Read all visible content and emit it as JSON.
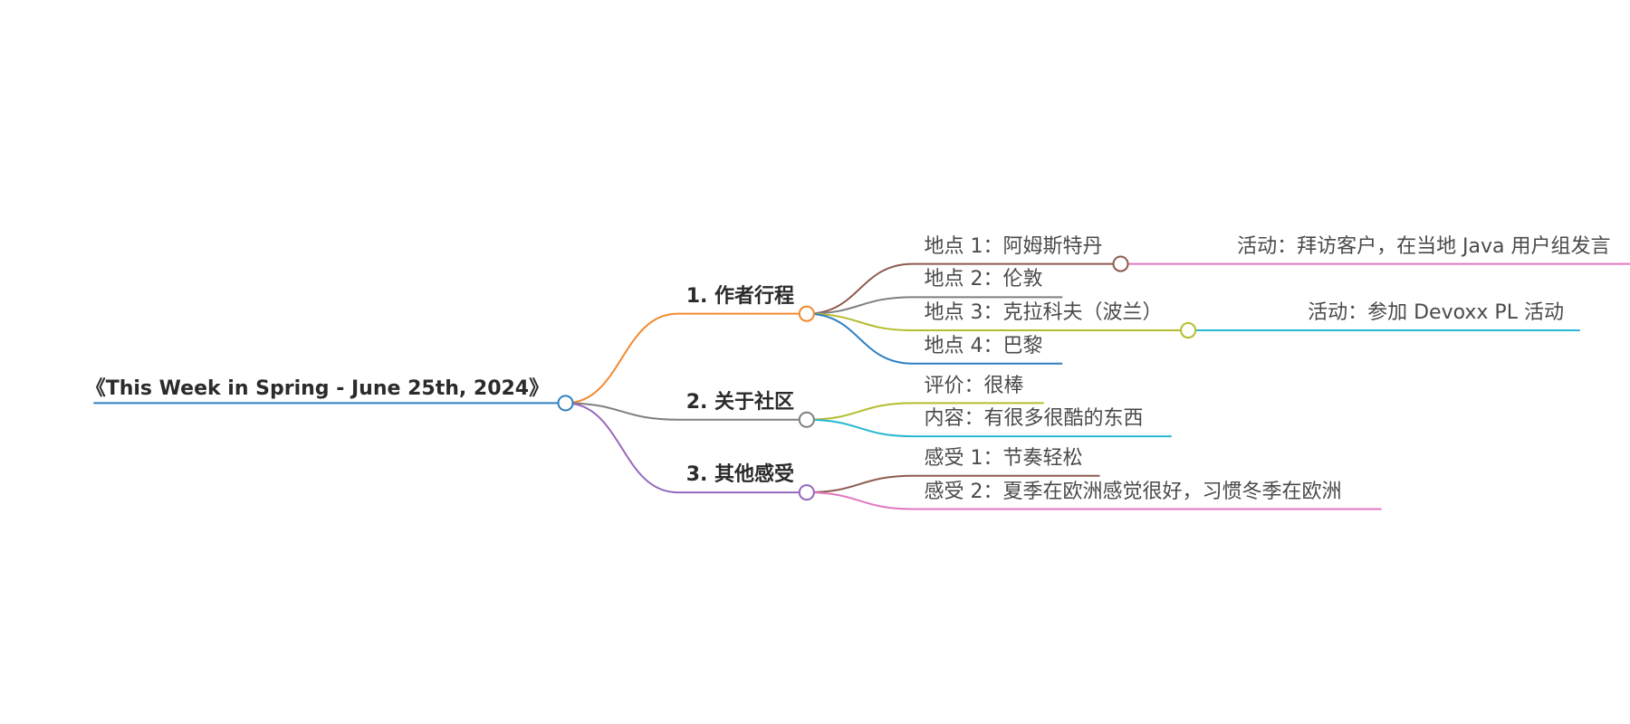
{
  "mindmap": {
    "root": {
      "label": "《This Week in Spring - June 25th, 2024》",
      "color": "#2f7fc1"
    },
    "branches": [
      {
        "label": "1. 作者行程",
        "color": "#f28a30",
        "children": [
          {
            "label": "地点 1：阿姆斯特丹",
            "color": "#8e5a4f",
            "children": [
              {
                "label": "活动：拜访客户，在当地 Java 用户组发言",
                "color": "#e377c2"
              }
            ]
          },
          {
            "label": "地点 2：伦敦",
            "color": "#7f7f7f",
            "children": []
          },
          {
            "label": "地点 3：克拉科夫（波兰）",
            "color": "#b5bd2e",
            "children": [
              {
                "label": "活动：参加 Devoxx PL 活动",
                "color": "#27b8d0"
              }
            ]
          },
          {
            "label": "地点 4：巴黎",
            "color": "#2f7fc1",
            "children": []
          }
        ]
      },
      {
        "label": "2. 关于社区",
        "color": "#7f7f7f",
        "children": [
          {
            "label": "评价：很棒",
            "color": "#b5bd2e",
            "children": []
          },
          {
            "label": "内容：有很多很酷的东西",
            "color": "#27b8d0",
            "children": []
          }
        ]
      },
      {
        "label": "3. 其他感受",
        "color": "#9467bd",
        "children": [
          {
            "label": "感受 1：节奏轻松",
            "color": "#8e5a4f",
            "children": []
          },
          {
            "label": "感受 2：夏季在欧洲感觉很好，习惯冬季在欧洲",
            "color": "#e377c2",
            "children": []
          }
        ]
      }
    ]
  }
}
